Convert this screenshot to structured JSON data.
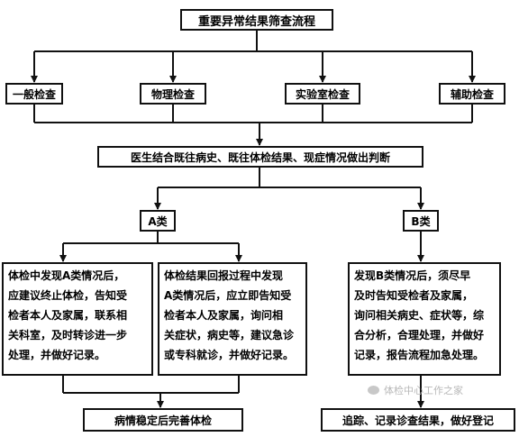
{
  "title": "重要异常结果筛查流程",
  "exam_types": [
    "一般检查",
    "物理检查",
    "实验室检查",
    "辅助检查"
  ],
  "judgment": "医生结合既往病史、既往体检结果、现症情况做出判断",
  "category_a": {
    "label": "A类",
    "action_1": "体检中发现A类情况后，\n应建议终止体检，告知受\n检者本人及家属，联系相\n关科室，及时转诊进一步\n处理，并做好记录。",
    "action_2": "体检结果回报过程中发现\nA类情况后，应立即告知受\n检者本人及家属，询问相\n关症状，病史等，建议急诊\n或专科就诊，并做好记录。",
    "outcome": "病情稳定后完善体检"
  },
  "category_b": {
    "label": "B类",
    "action": "发现B类情况后，须尽早\n及时告知受检者及家属，\n询问相关病史、症状等，综\n合分析，合理处理，并做好\n记录，报告流程加急处理。",
    "outcome": "追踪、记录诊查结果，做好登记"
  },
  "watermark": "体检中心工作之家"
}
